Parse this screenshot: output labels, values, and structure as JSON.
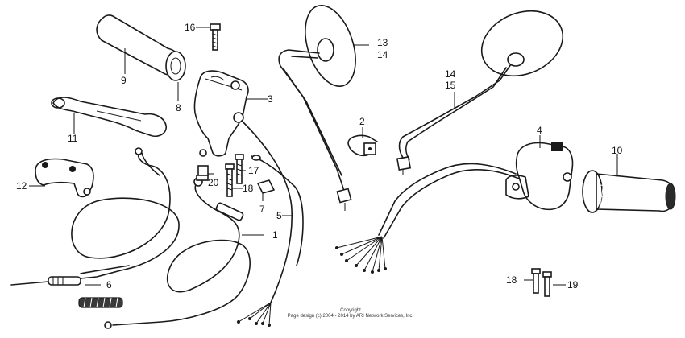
{
  "callouts": {
    "c1": "1",
    "c2": "2",
    "c3": "3",
    "c4": "4",
    "c5": "5",
    "c6": "6",
    "c7": "7",
    "c8": "8",
    "c9": "9",
    "c10": "10",
    "c11": "11",
    "c12": "12",
    "c13": "13",
    "c13_14": "14",
    "c14": "14",
    "c14_15": "15",
    "c16": "16",
    "c17": "17",
    "c18a": "18",
    "c18b": "18",
    "c19": "19",
    "c20": "20"
  },
  "copyright": {
    "line1": "Copyright",
    "line2": "Page design (c) 2004 - 2014 by ARI Network Services, Inc."
  }
}
